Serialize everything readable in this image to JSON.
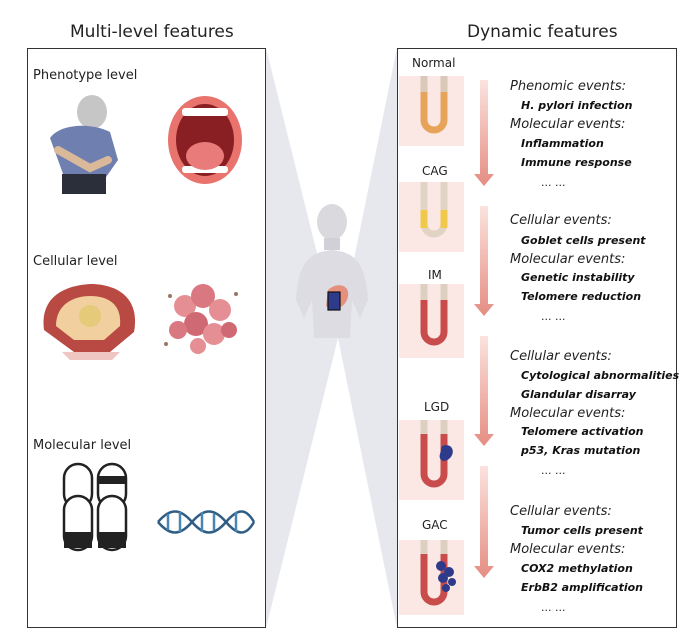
{
  "left_heading": "Multi-level features",
  "right_heading": "Dynamic features",
  "levels": [
    {
      "label": "Phenotype level"
    },
    {
      "label": "Cellular level"
    },
    {
      "label": "Molecular level"
    }
  ],
  "stages": [
    "Normal",
    "CAG",
    "IM",
    "LGD",
    "GAC"
  ],
  "event_groups": [
    {
      "title": "Phenomic events:",
      "items": [
        "H. pylori infection"
      ]
    },
    {
      "title": "Molecular events:",
      "items": [
        "Inflammation",
        "Immune response"
      ],
      "ellipsis": "... ..."
    },
    {
      "title": "Cellular events:",
      "items": [
        "Goblet cells present"
      ]
    },
    {
      "title": "Molecular events:",
      "items": [
        "Genetic instability",
        "Telomere reduction"
      ],
      "ellipsis": "... ..."
    },
    {
      "title": "Cellular events:",
      "items": [
        "Cytological abnormalities",
        "Glandular disarray"
      ]
    },
    {
      "title": "Molecular events:",
      "items": [
        "Telomere activation",
        "p53, Kras mutation"
      ],
      "ellipsis": "... ..."
    },
    {
      "title": "Cellular events:",
      "items": [
        "Tumor cells present"
      ]
    },
    {
      "title": "Molecular events:",
      "items": [
        "COX2 methylation",
        "ErbB2 amplification"
      ],
      "ellipsis": "... ..."
    }
  ],
  "colors": {
    "arrow": "#e9a49a",
    "tissue": "#c94c4c",
    "panel_border": "#333333",
    "funnel": "#e4e4ea"
  }
}
